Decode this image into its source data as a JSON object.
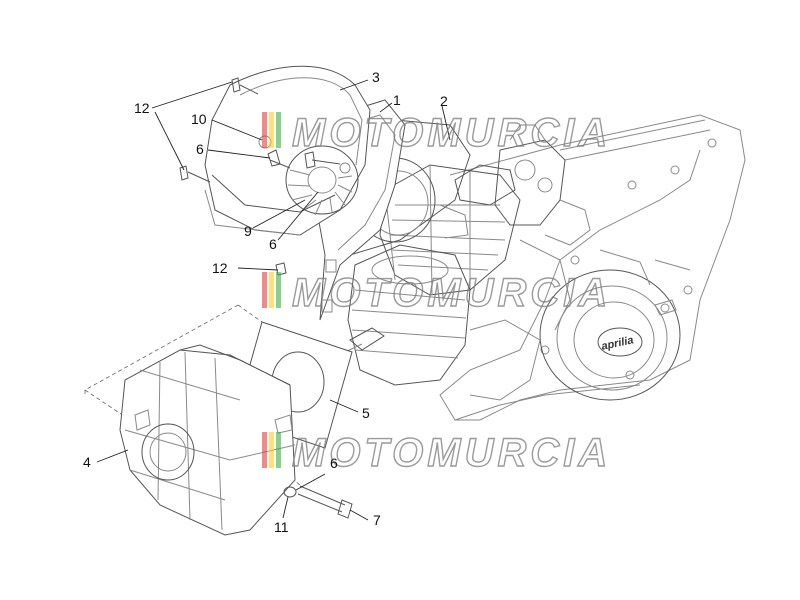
{
  "diagram": {
    "part_labels": {
      "l1": "1",
      "l2": "2",
      "l3": "3",
      "l4": "4",
      "l5": "5",
      "l6a": "6",
      "l6b": "6",
      "l6c": "6",
      "l7": "7",
      "l9": "9",
      "l10": "10",
      "l11": "11",
      "l12a": "12",
      "l12b": "12"
    },
    "brand_logo": "aprilia",
    "watermark": "MOTOMURCIA",
    "watermark_colors": [
      "#e63b3b",
      "#f5d020",
      "#3fae49"
    ]
  }
}
